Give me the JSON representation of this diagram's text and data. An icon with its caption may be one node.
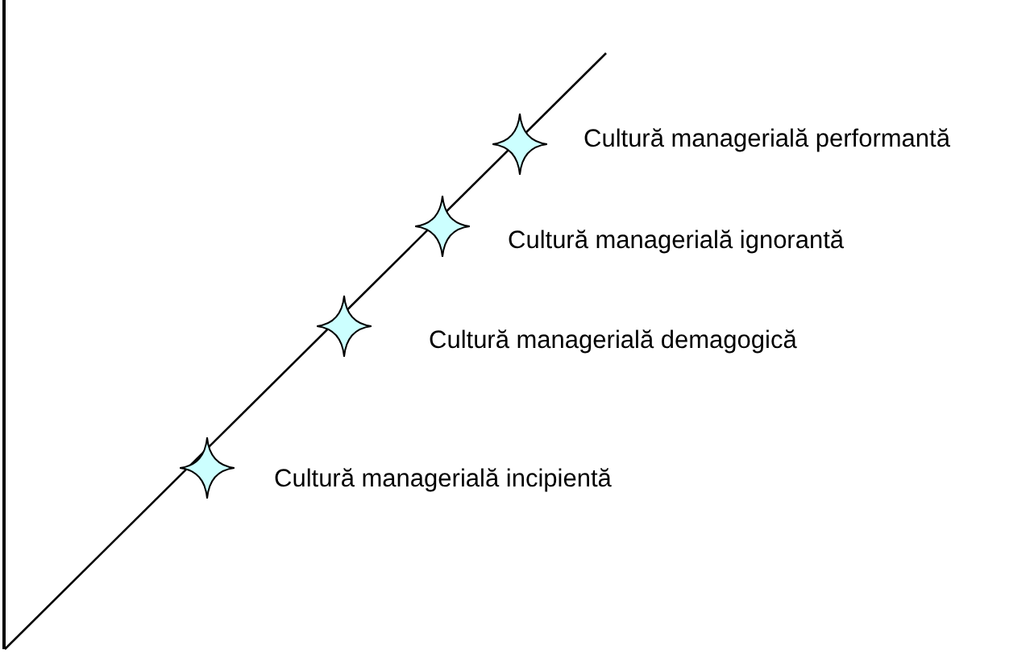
{
  "diagram": {
    "nodes": [
      {
        "text": [],
        "shape": "star",
        "beside": [
          "Cultură managerială performantă"
        ]
      },
      {
        "text": [],
        "shape": "star",
        "beside": [
          "Cultură managerială ignorantă"
        ]
      },
      {
        "text": [],
        "shape": "star",
        "beside": [
          "Cultură managerială demagogică"
        ]
      },
      {
        "text": [],
        "shape": "star",
        "beside": [
          "Cultură managerială incipientă"
        ]
      }
    ]
  }
}
